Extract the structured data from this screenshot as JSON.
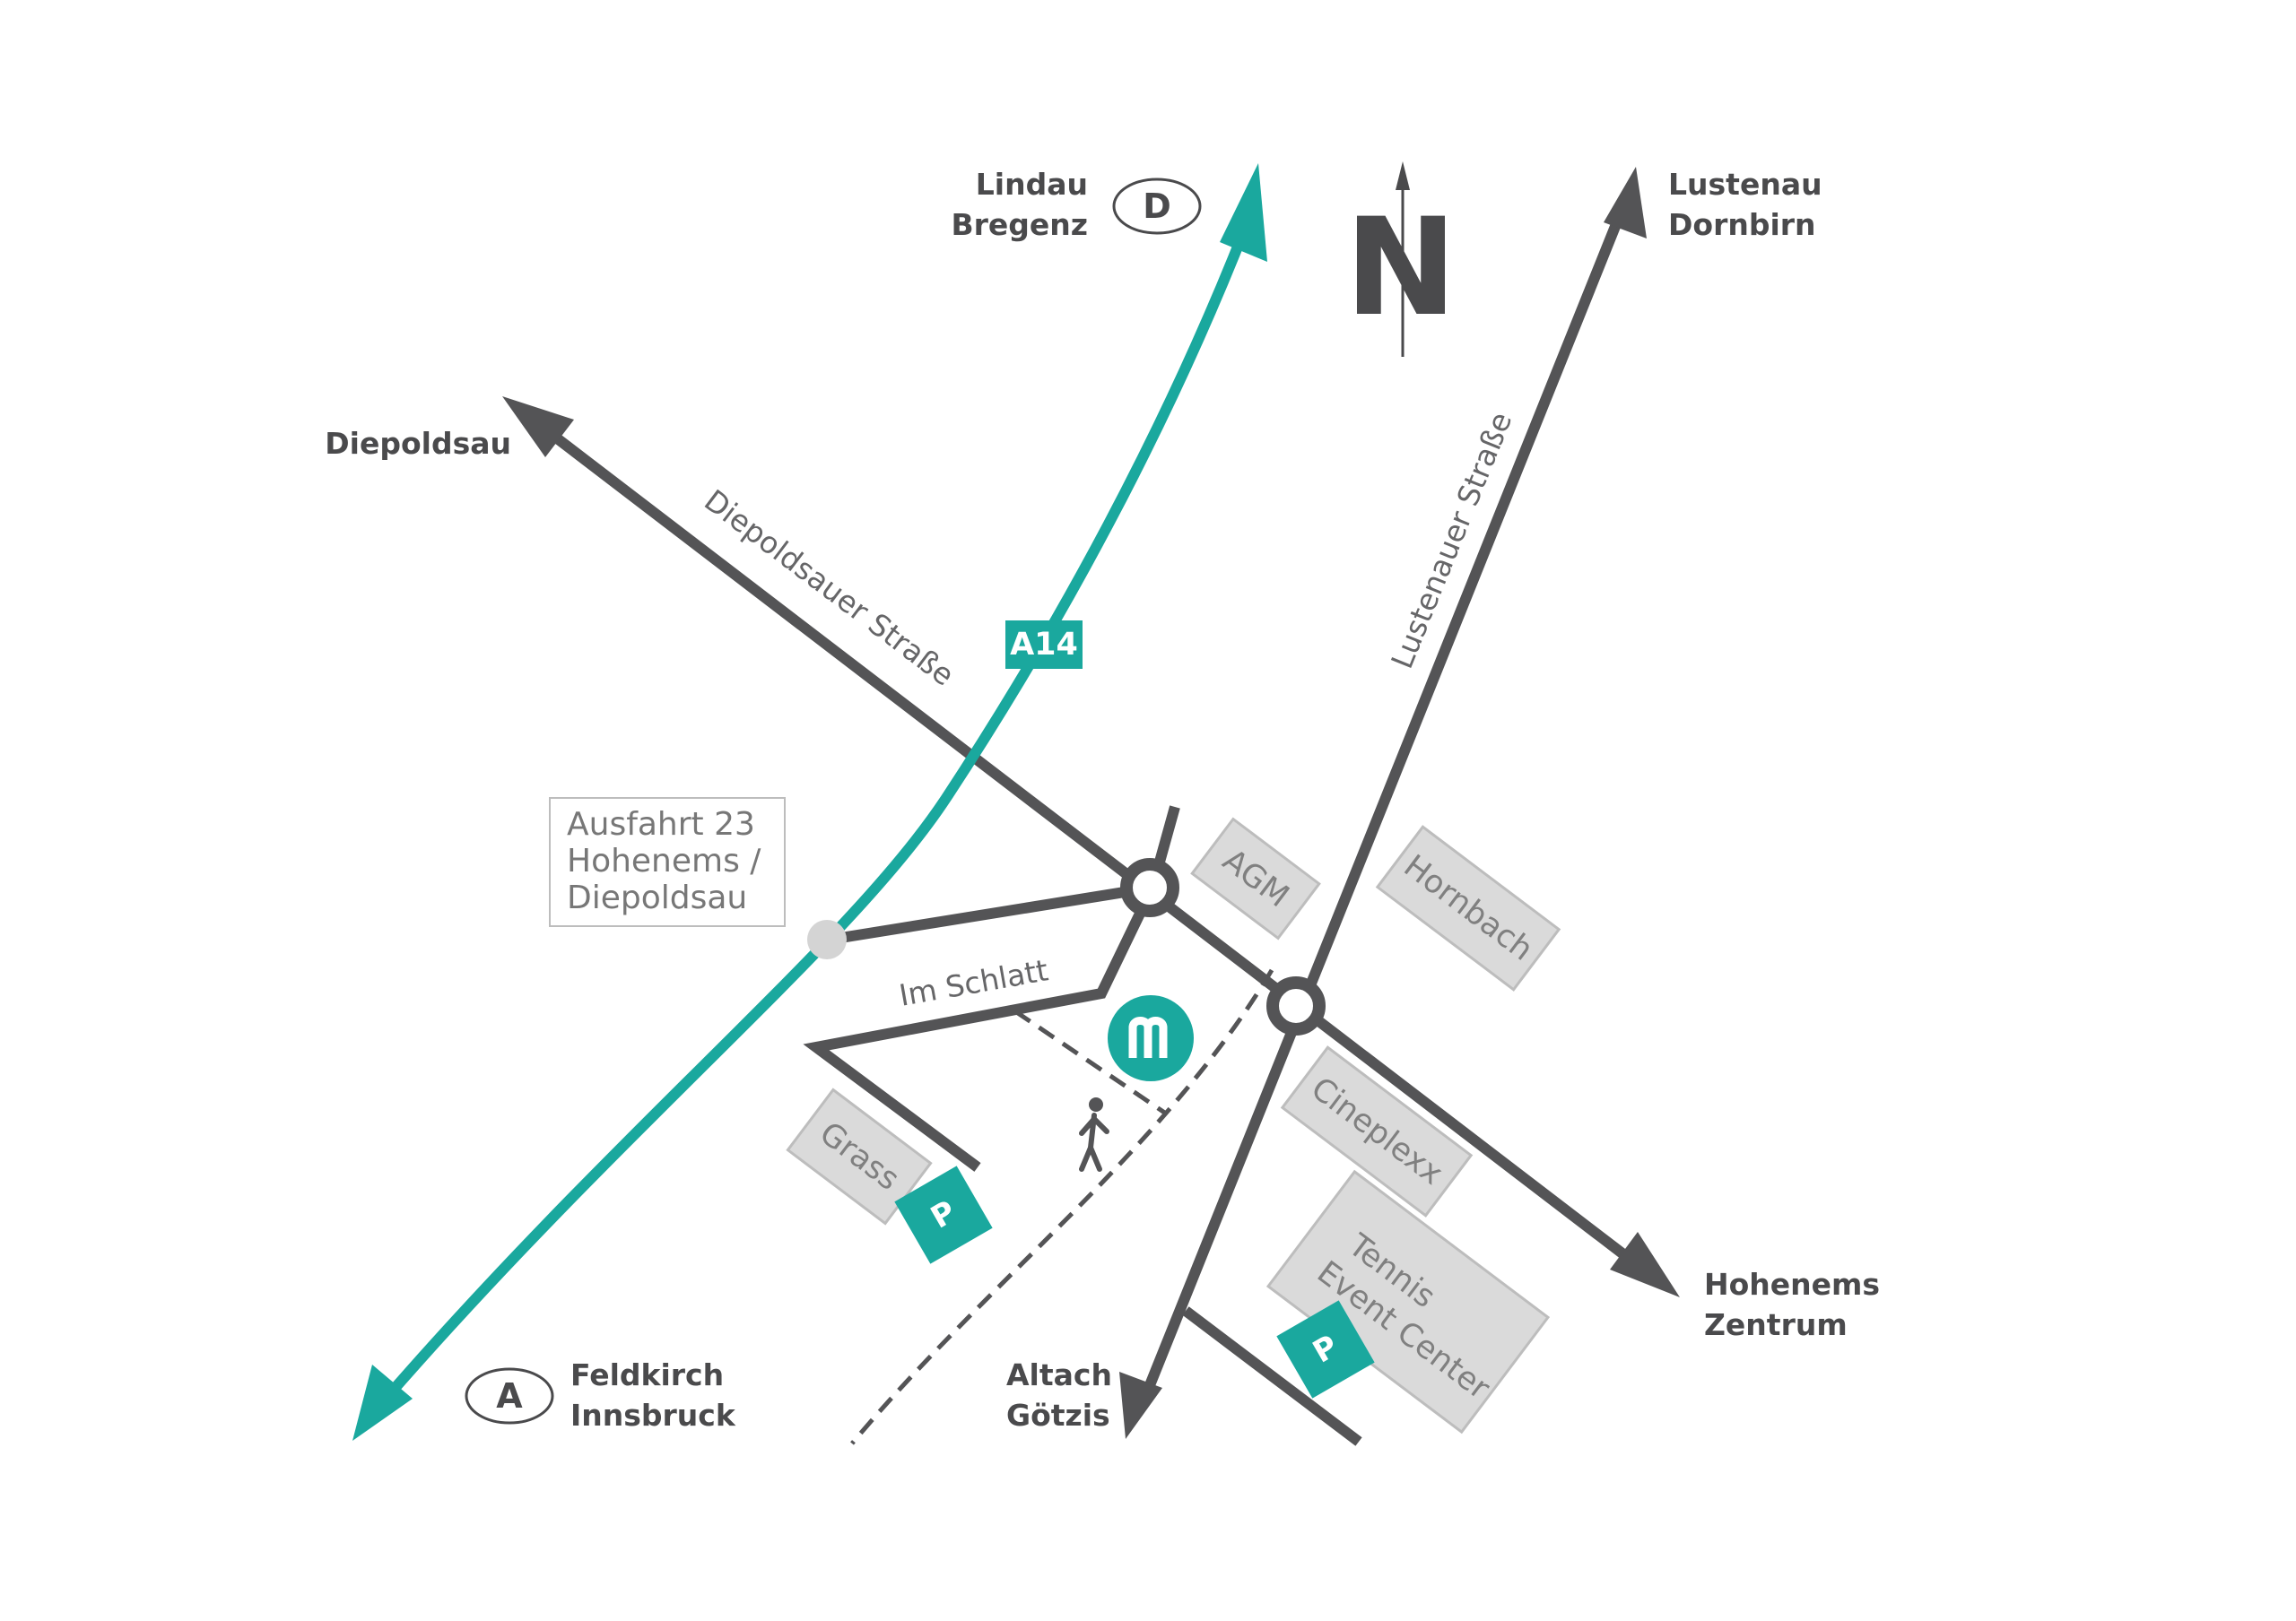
{
  "colors": {
    "road": "#545456",
    "highway": "#1aa89e",
    "building": "#dadada",
    "building_border": "#bdbdbd",
    "label_dark": "#4a4a4c",
    "label_light": "#808080"
  },
  "north": {
    "letter": "N"
  },
  "highway": {
    "shield": "A14"
  },
  "streets": {
    "diepoldsauer": "Diepoldsauer Straße",
    "lustenauer": "Lustenauer Straße",
    "im_schlatt": "Im Schlatt"
  },
  "exit_box": {
    "lines": [
      "Ausfahrt 23",
      "Hohenems /",
      "Diepoldsau"
    ]
  },
  "destinations": {
    "north_highway": {
      "lines": [
        "Lindau",
        "Bregenz"
      ],
      "badge": "D"
    },
    "northeast": {
      "lines": [
        "Lustenau",
        "Dornbirn"
      ]
    },
    "northwest": {
      "lines": [
        "Diepoldsau"
      ]
    },
    "southwest_highway": {
      "lines": [
        "Feldkirch",
        "Innsbruck"
      ],
      "badge": "A"
    },
    "south": {
      "lines": [
        "Altach",
        "Götzis"
      ]
    },
    "southeast": {
      "lines": [
        "Hohenems",
        "Zentrum"
      ]
    }
  },
  "buildings": {
    "agm": "AGM",
    "hornbach": "Hornbach",
    "cineplexx": "Cineplexx",
    "grass": "Grass",
    "tennis": [
      "Tennis",
      "Event Center"
    ]
  },
  "parking": {
    "label": "P"
  },
  "icons": {
    "logo": "m-logo-icon",
    "pedestrian": "pedestrian-icon",
    "north_arrow": "north-arrow-icon",
    "roundabout": "roundabout-icon",
    "parking": "parking-icon",
    "exit_point": "exit-point-icon"
  }
}
